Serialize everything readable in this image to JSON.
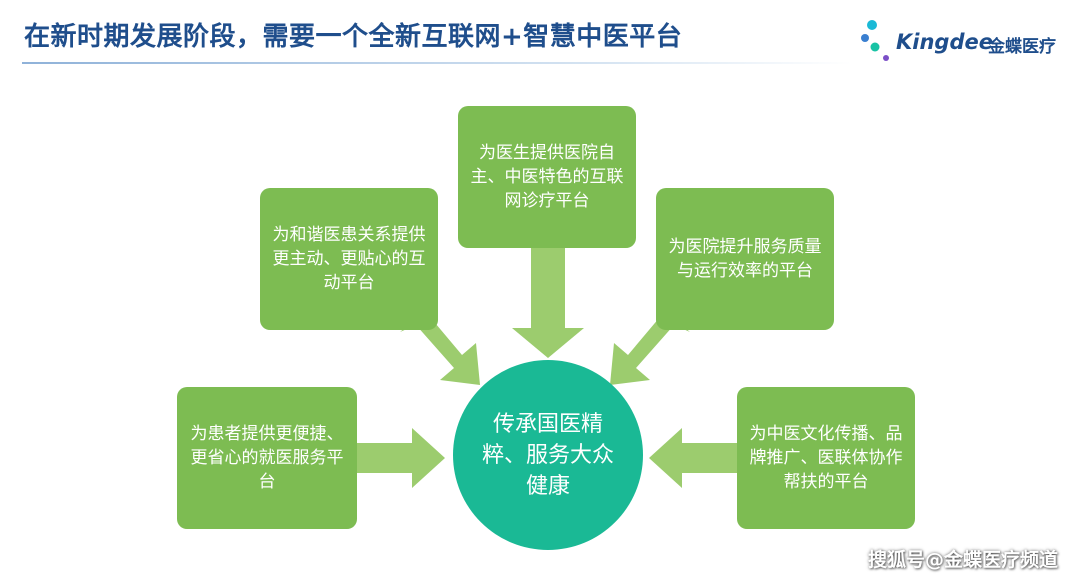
{
  "header": {
    "title": "在新时期发展阶段，需要一个全新互联网+智慧中医平台"
  },
  "logo": {
    "wordmark": "Kingdee",
    "cn_name": "金蝶医疗"
  },
  "diagram": {
    "center_text": "传承国医精粹、服务大众健康",
    "nodes": {
      "top_center": "为医生提供医院自主、中医特色的互联网诊疗平台",
      "upper_left": "为和谐医患关系提供更主动、更贴心的互动平台",
      "upper_right": "为医院提升服务质量与运行效率的平台",
      "lower_left": "为患者提供更便捷、更省心的就医服务平台",
      "lower_right": "为中医文化传播、品牌推广、医联体协作帮扶的平台"
    }
  },
  "watermark": "搜狐号@金蝶医疗频道",
  "colors": {
    "title": "#1f4e8c",
    "node_fill": "#7dbc52",
    "center_fill": "#1ab995",
    "arrow_fill": "#9ccc6e"
  }
}
